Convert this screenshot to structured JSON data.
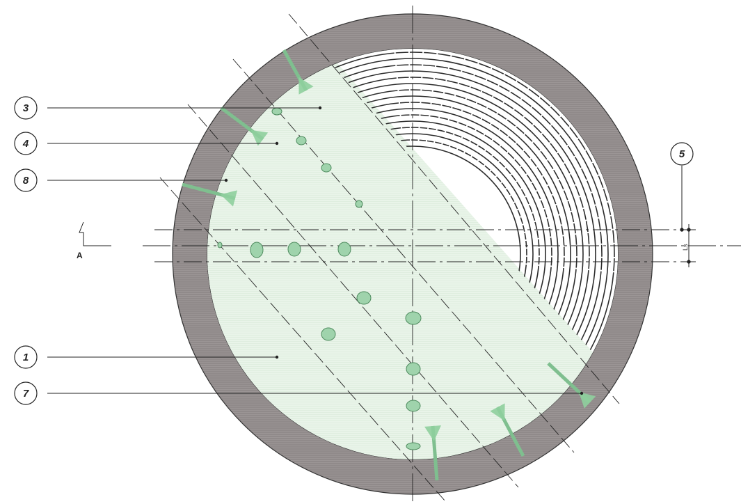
{
  "callouts": [
    {
      "id": "c3",
      "label": "3"
    },
    {
      "id": "c4",
      "label": "4"
    },
    {
      "id": "c8",
      "label": "8"
    },
    {
      "id": "c1",
      "label": "1"
    },
    {
      "id": "c7",
      "label": "7"
    },
    {
      "id": "c5",
      "label": "5"
    }
  ],
  "section_marker": "A",
  "dimension_label": "Ls",
  "colors": {
    "ring": "#908a8a",
    "ring_dark": "#6f6a6a",
    "face_green": "#e8f4e8",
    "face_grey": "#dcd9dc",
    "mesh": "#86c49a",
    "bolt": "#7fbf8f",
    "arch": "#2b2b2b",
    "line": "#222222"
  }
}
